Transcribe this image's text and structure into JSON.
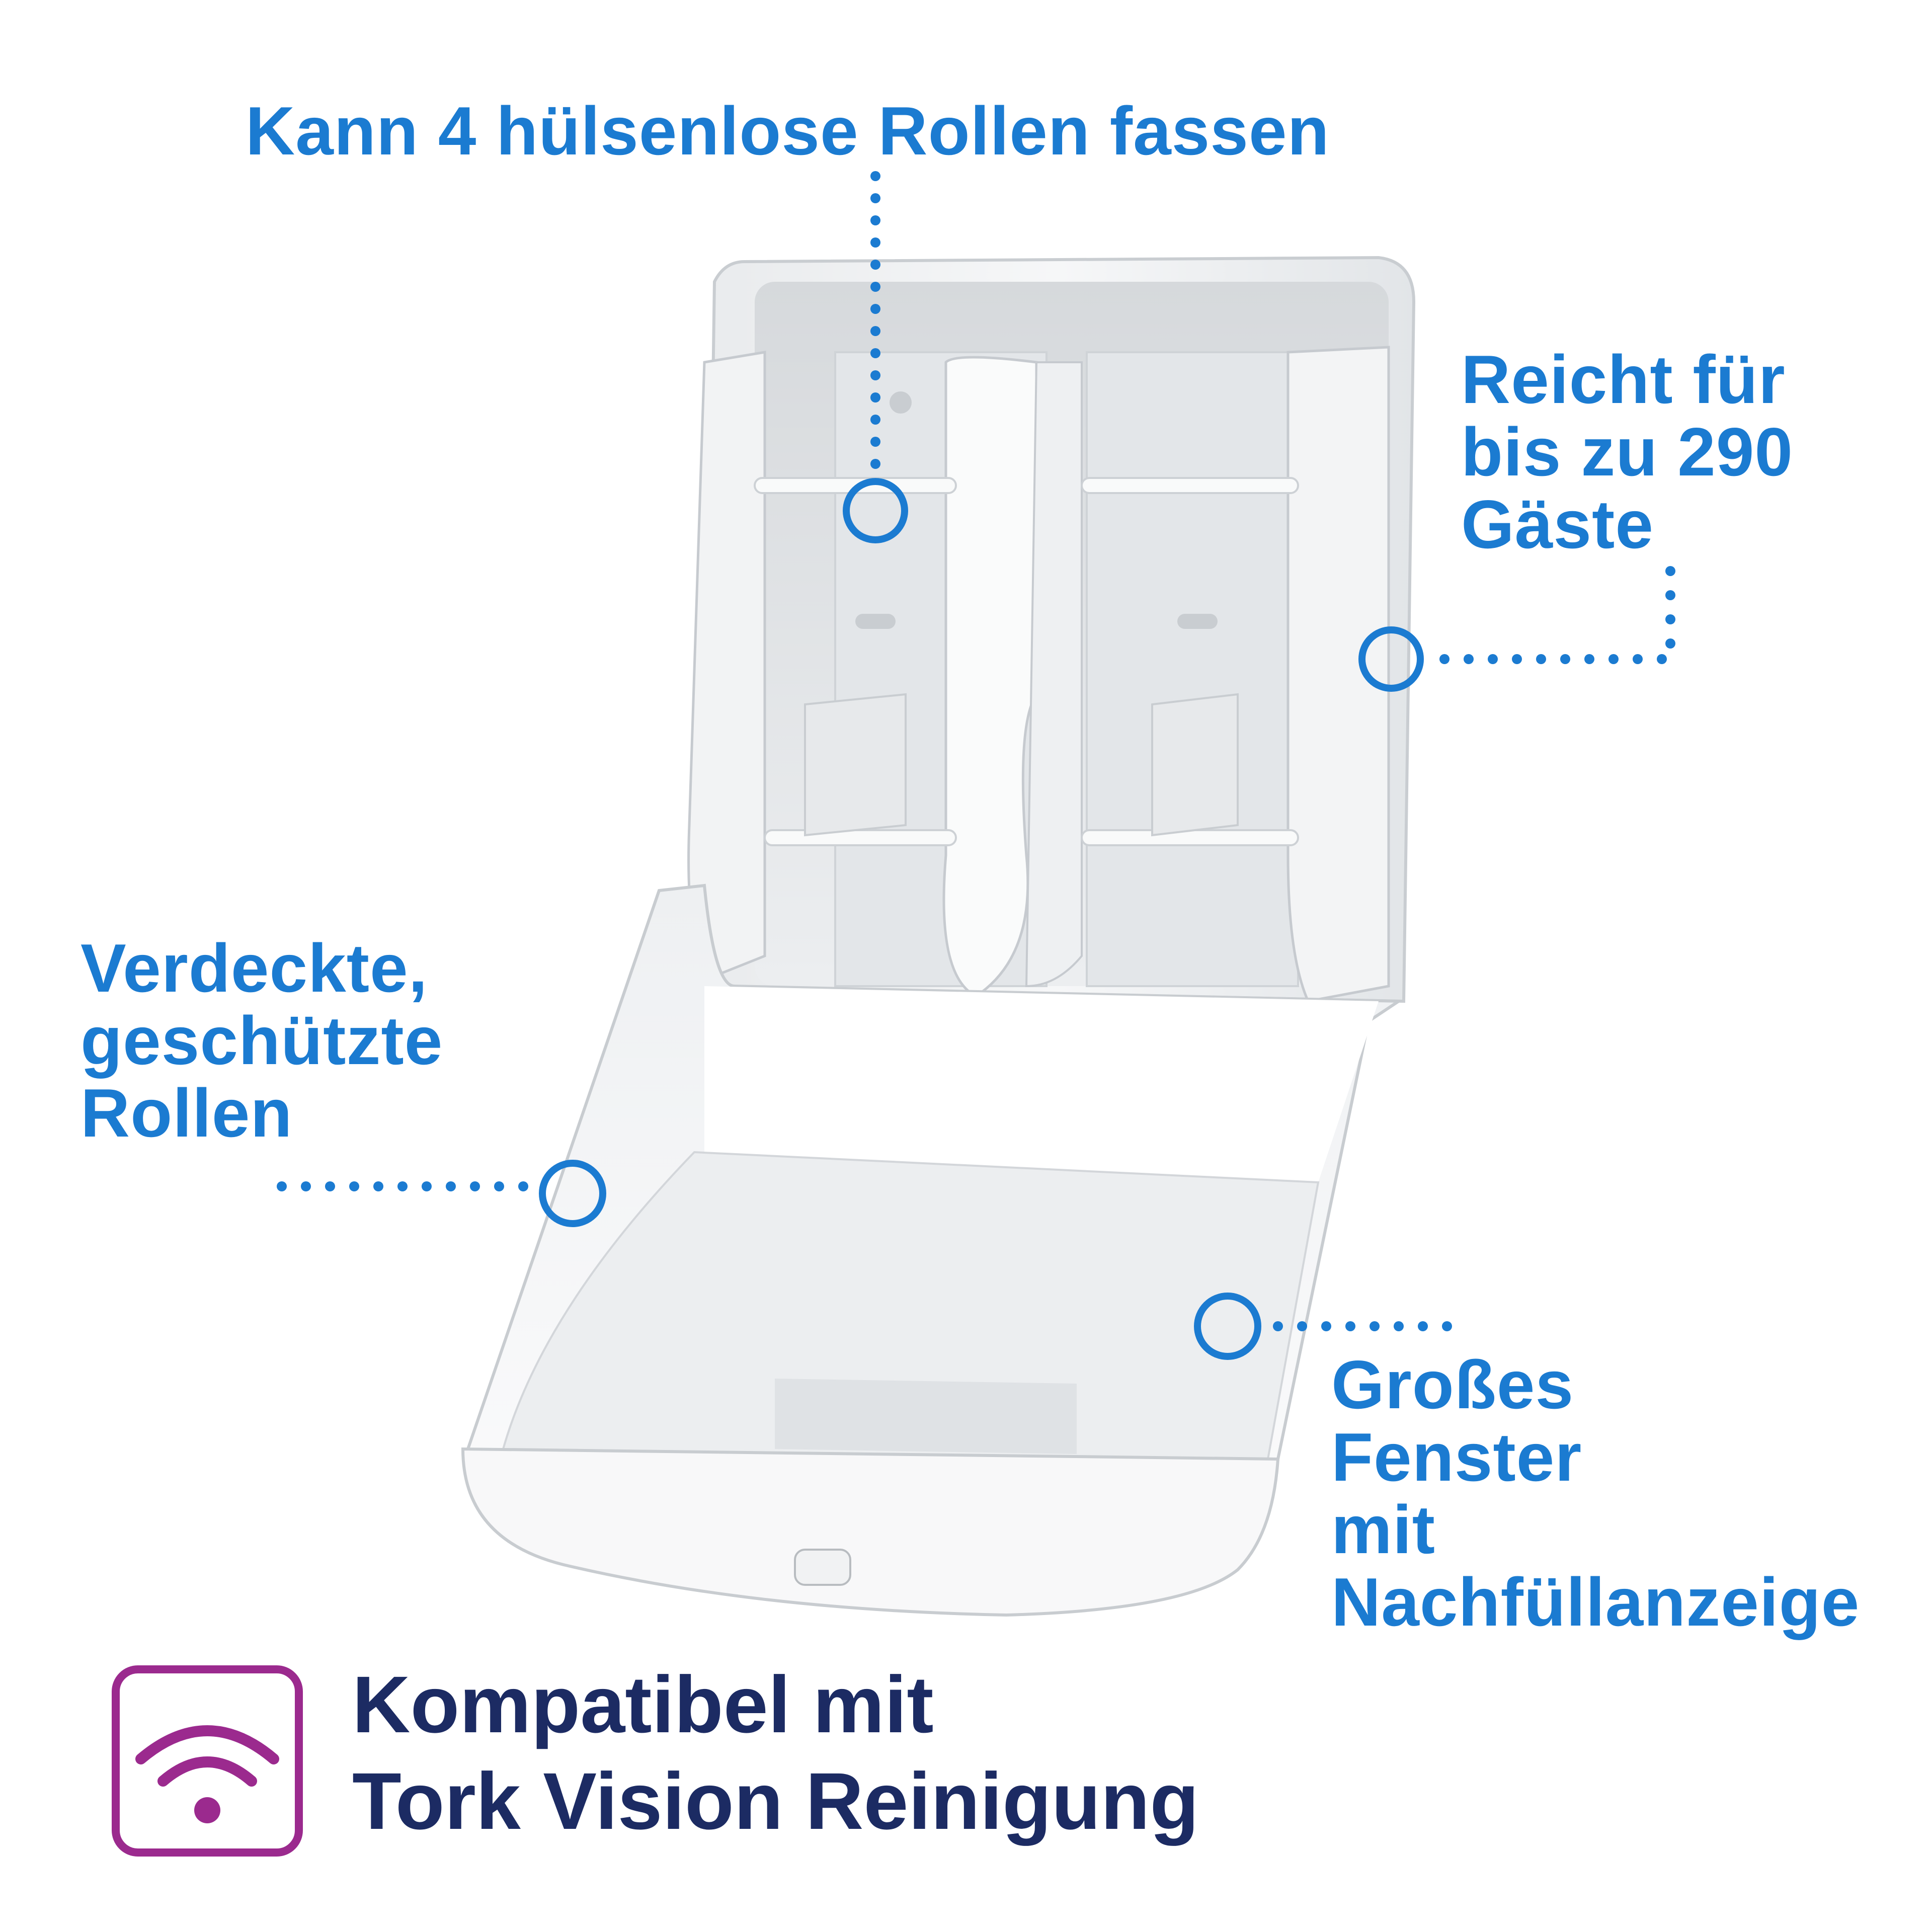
{
  "callouts": {
    "roll_capacity": {
      "lines": [
        "Kann 4 hülsenlose Rollen fassen"
      ]
    },
    "guest_capacity": {
      "lines": [
        "Reicht für",
        "bis zu 290",
        "Gäste"
      ]
    },
    "protected_rolls": {
      "lines": [
        "Verdeckte,",
        "geschützte",
        "Rollen"
      ]
    },
    "refill_window": {
      "lines": [
        "Großes",
        "Fenster",
        "mit",
        "Nachfüllanzeige"
      ]
    }
  },
  "feature": {
    "lines": [
      "Kompatibel mit",
      "Tork Vision Reinigung"
    ],
    "icon": "wifi-signal-icon"
  },
  "colors": {
    "callout_blue": "#1b7bd1",
    "feature_navy": "#1c2b63",
    "badge_purple": "#9b2a8e",
    "product_white": "#f4f5f6",
    "product_shadow": "#d9dcdf"
  }
}
